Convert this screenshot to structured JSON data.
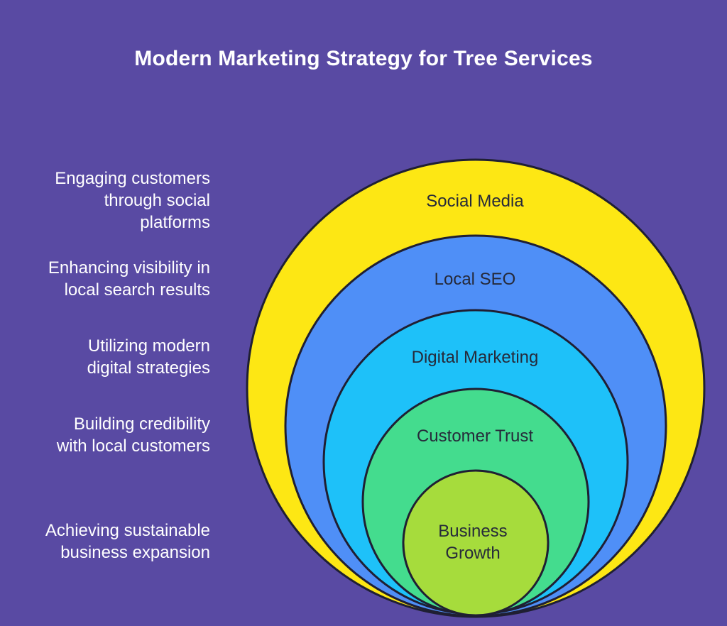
{
  "title": "Modern Marketing Strategy for Tree Services",
  "layers": [
    {
      "name": "Social Media",
      "description": [
        "Engaging customers",
        "through social",
        "platforms"
      ],
      "color": "#fde714"
    },
    {
      "name": "Local SEO",
      "description": [
        "Enhancing visibility in",
        "local search results"
      ],
      "color": "#4f8ff7"
    },
    {
      "name": "Digital Marketing",
      "description": [
        "Utilizing modern",
        "digital strategies"
      ],
      "color": "#1ec1f9"
    },
    {
      "name": "Customer Trust",
      "description": [
        "Building credibility",
        "with local customers"
      ],
      "color": "#44dc8e"
    },
    {
      "name": [
        "Business",
        "Growth"
      ],
      "description": [
        "Achieving sustainable",
        "business expansion"
      ],
      "color": "#a6dc3c"
    }
  ],
  "background_color": "#594aa3",
  "outline_color": "#1f1f33"
}
